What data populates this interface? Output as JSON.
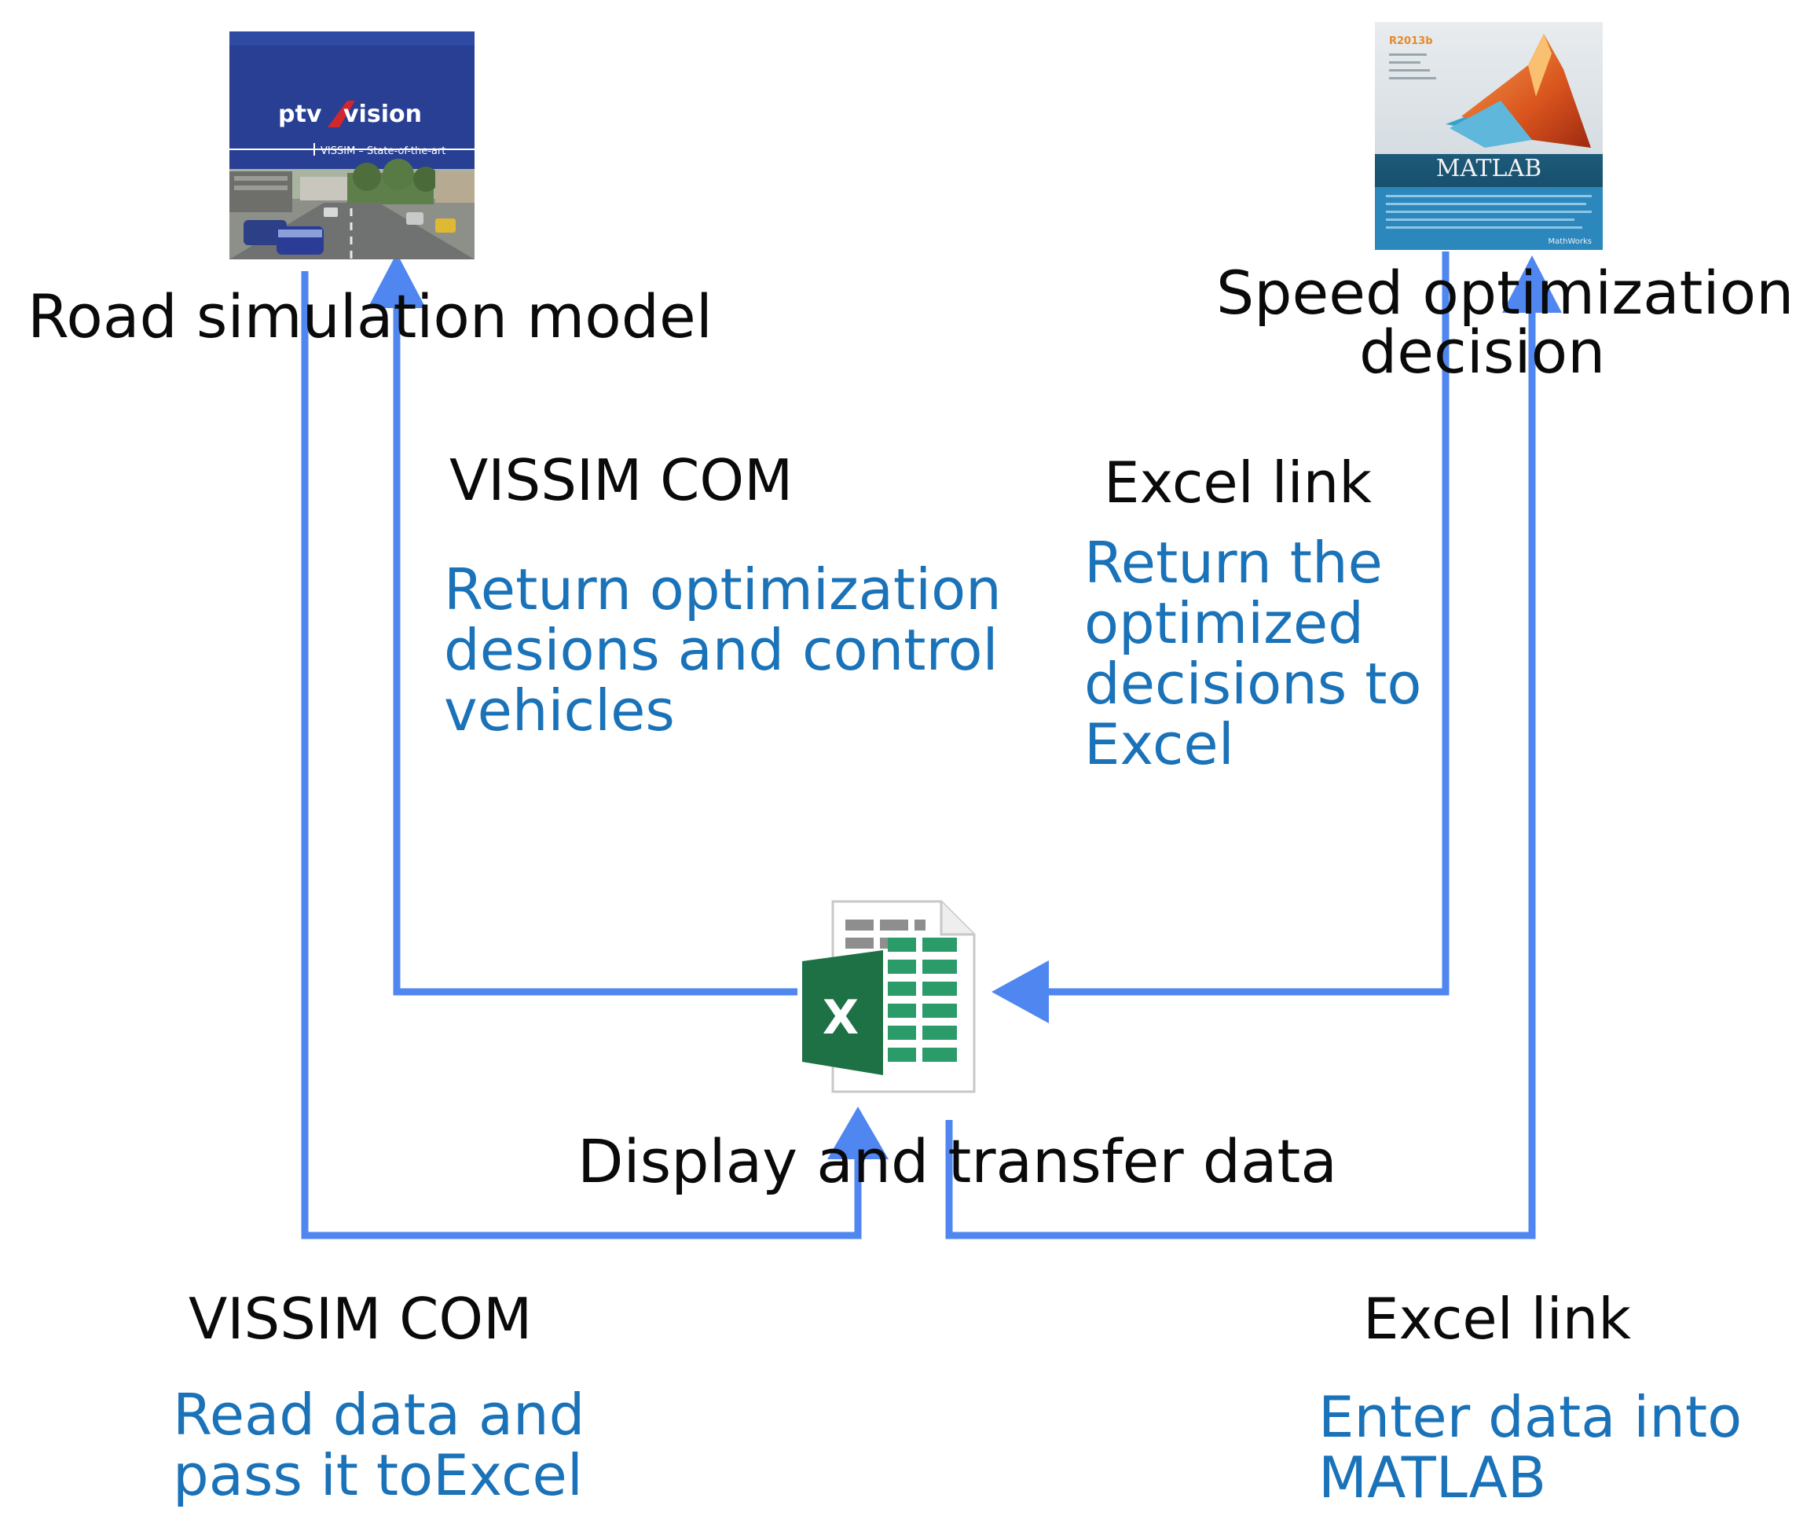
{
  "nodes": {
    "vissim": {
      "brand": "ptv vision",
      "brand_ptv": "ptv",
      "brand_vision": "vision",
      "tagline": "VISSIM – State-of-the-art",
      "label": "Road simulation model"
    },
    "matlab": {
      "version": "R2013b",
      "wordmark": "MATLAB",
      "publisher": "MathWorks",
      "label_line1": "Speed optimization",
      "label_line2": "decision"
    },
    "excel": {
      "icon_letter": "X",
      "label": "Display and transfer data"
    }
  },
  "edges": {
    "top_left": {
      "title": "VISSIM COM",
      "description": "Return optimization\ndesions and control\nvehicles"
    },
    "top_right": {
      "title": "Excel link",
      "description": "Return the\noptimized\ndecisions to\nExcel"
    },
    "bottom_left": {
      "title": "VISSIM COM",
      "description": "Read data and\npass it toExcel"
    },
    "bottom_right": {
      "title": "Excel link",
      "description": "Enter data into\nMATLAB"
    }
  },
  "colors": {
    "arrow": "#4f86f0",
    "text_blue": "#1a72b8",
    "text_black": "#0a0a0a",
    "excel_green": "#1e7145"
  }
}
